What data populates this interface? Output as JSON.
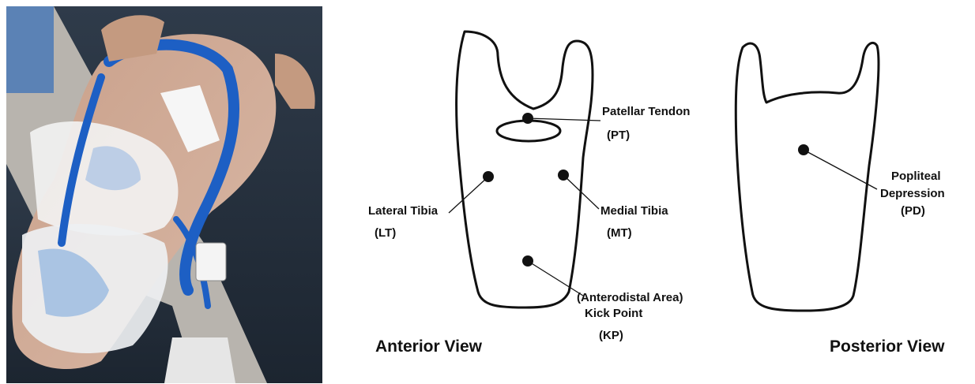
{
  "photo": {
    "description_icon": "residual-limb-with-sensors-photo",
    "card_text": ""
  },
  "anterior": {
    "title": "Anterior View",
    "points": {
      "pt": {
        "name": "Patellar Tendon",
        "abbr": "(PT)"
      },
      "lt": {
        "name": "Lateral Tibia",
        "abbr": "(LT)"
      },
      "mt": {
        "name": "Medial Tibia",
        "abbr": "(MT)"
      },
      "kp": {
        "note": "(Anterodistal Area)",
        "name": "Kick Point",
        "abbr": "(KP)"
      }
    }
  },
  "posterior": {
    "title": "Posterior View",
    "points": {
      "pd": {
        "name_line1": "Popliteal",
        "name_line2": "Depression",
        "abbr": "(PD)"
      }
    }
  },
  "colors": {
    "outline": "#111111",
    "band_blue": "#1d5fc4",
    "tape": "#eef0f2",
    "tape_blue": "#8fb4e0"
  }
}
